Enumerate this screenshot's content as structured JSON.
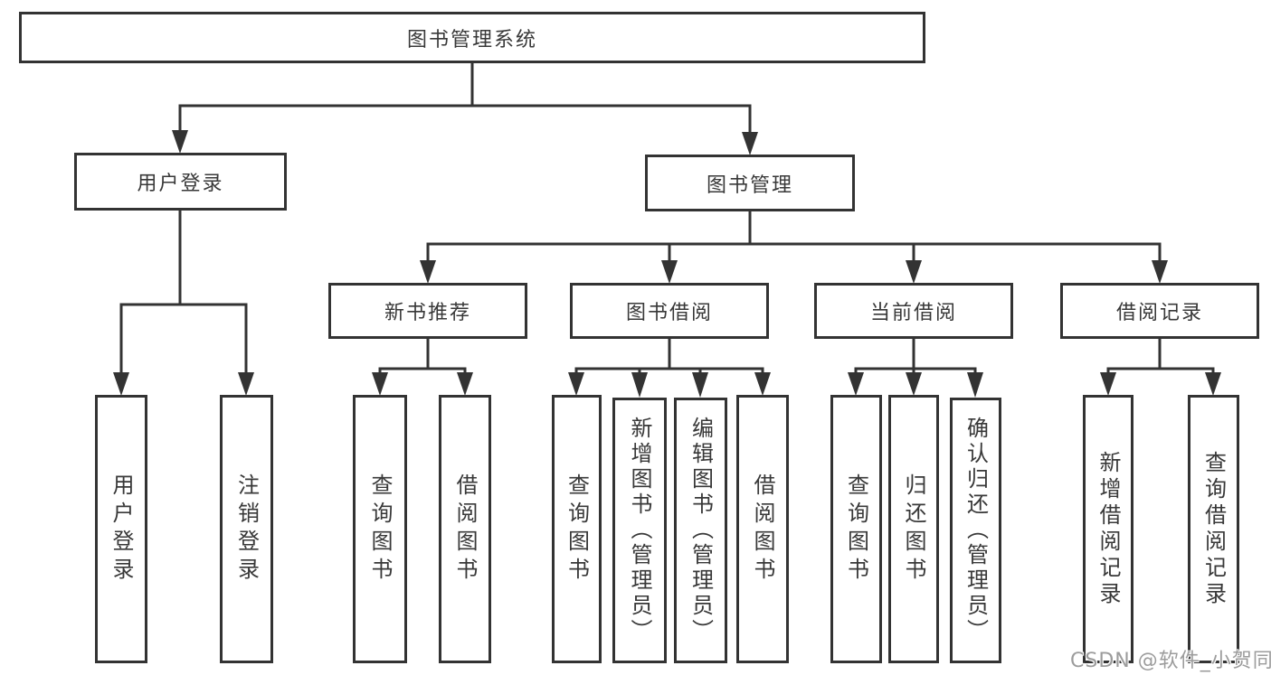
{
  "diagram": {
    "root": {
      "label": "图书管理系统"
    },
    "branches": [
      {
        "label": "用户登录",
        "children": [
          {
            "label": "用户登录"
          },
          {
            "label": "注销登录"
          }
        ]
      },
      {
        "label": "图书管理",
        "groups": [
          {
            "label": "新书推荐",
            "children": [
              {
                "label": "查询图书"
              },
              {
                "label": "借阅图书"
              }
            ]
          },
          {
            "label": "图书借阅",
            "children": [
              {
                "label": "查询图书"
              },
              {
                "label": "新增图书（管理员）"
              },
              {
                "label": "编辑图书（管理员）"
              },
              {
                "label": "借阅图书"
              }
            ]
          },
          {
            "label": "当前借阅",
            "children": [
              {
                "label": "查询图书"
              },
              {
                "label": "归还图书"
              },
              {
                "label": "确认归还（管理员）"
              }
            ]
          },
          {
            "label": "借阅记录",
            "children": [
              {
                "label": "新增借阅记录"
              },
              {
                "label": "查询借阅记录"
              }
            ]
          }
        ]
      }
    ]
  },
  "watermark": {
    "text": "CSDN @软件_小贺同学"
  },
  "colors": {
    "line": "#333333",
    "box_border": "#333333",
    "box_fill": "#ffffff",
    "text": "#383838",
    "background": "#ffffff",
    "watermark": "#9c9c9c"
  }
}
